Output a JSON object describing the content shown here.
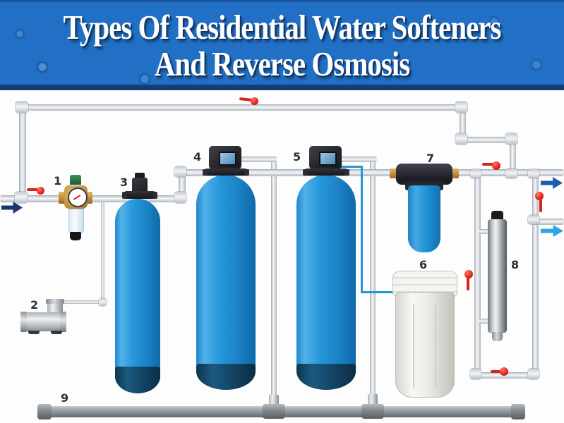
{
  "header": {
    "title_line1": "Types Of Residential Water Softeners",
    "title_line2": "And Reverse Osmosis",
    "background_color": "#2170c5",
    "text_color": "#ffffff"
  },
  "diagram": {
    "labels": {
      "l1": "1",
      "l2": "2",
      "l3": "3",
      "l4": "4",
      "l5": "5",
      "l6": "6",
      "l7": "7",
      "l8": "8",
      "l9": "9"
    },
    "legend_components": {
      "1": "pressure-regulator-filter",
      "2": "bypass-tee-fitting",
      "3": "small-softener-tank",
      "4": "water-softener-tank-a",
      "5": "water-softener-tank-b",
      "6": "brine-tank",
      "7": "inline-filter-housing",
      "8": "uv-sterilizer",
      "9": "drain-pipe"
    },
    "colors": {
      "tank_blue": "#2196d6",
      "tank_base_navy": "#0f3e5c",
      "pipe_light_gray": "#dfe3e7",
      "drain_pipe_gray": "#8f959b",
      "valve_red": "#e02116",
      "inlet_arrow_navy": "#18386b",
      "outlet_arrow_blue": "#1d5dad",
      "ro_outlet_arrow_cyan": "#2ca6e0",
      "brine_tube_blue": "#2196d6"
    }
  }
}
